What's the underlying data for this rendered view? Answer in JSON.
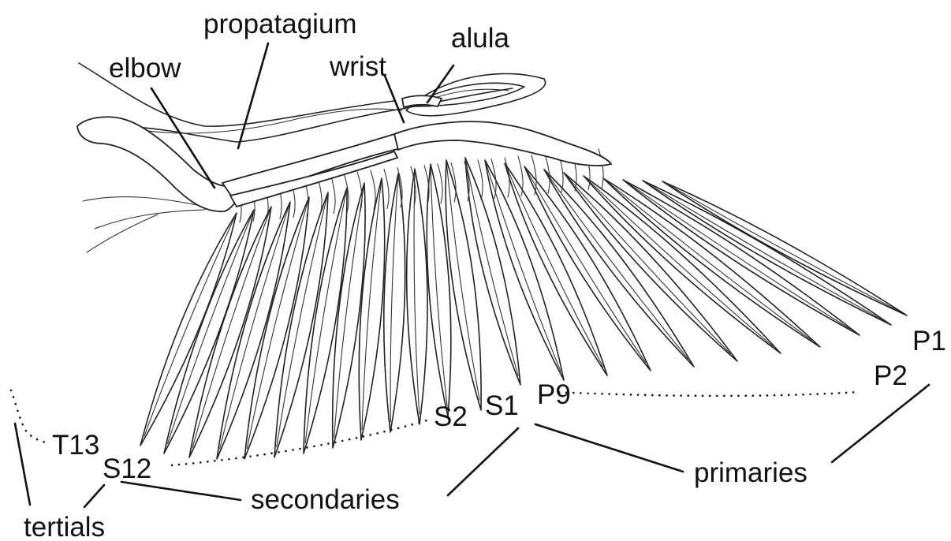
{
  "labels": {
    "propatagium": "propatagium",
    "alula": "alula",
    "elbow": "elbow",
    "wrist": "wrist",
    "p1": "P1",
    "p2": "P2",
    "p9": "P9",
    "s1": "S1",
    "s2": "S2",
    "s12": "S12",
    "t13": "T13",
    "primaries": "primaries",
    "secondaries": "secondaries",
    "tertials": "tertials"
  },
  "colors": {
    "ink": "#111111",
    "background": "#ffffff"
  }
}
